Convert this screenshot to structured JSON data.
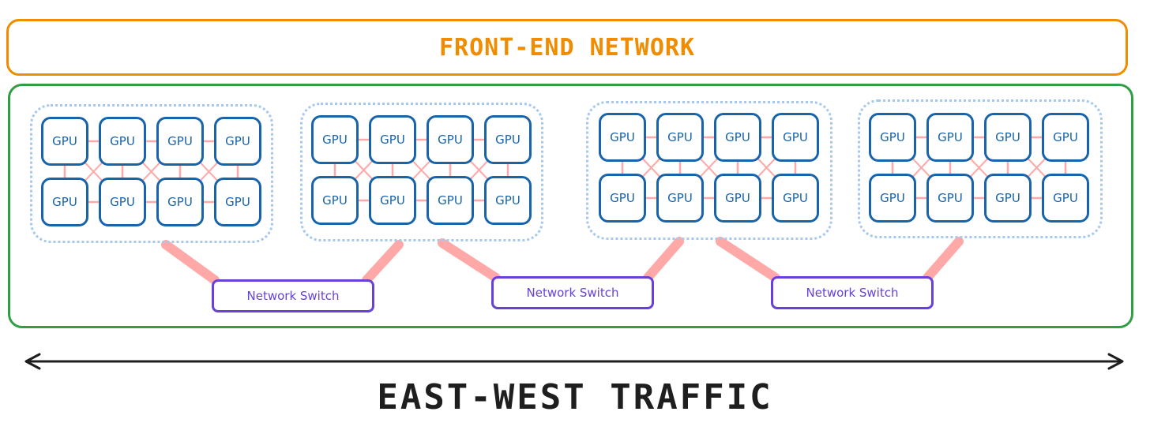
{
  "front_end": {
    "label": "FRONT-END NETWORK"
  },
  "gpu_label": "GPU",
  "switches": [
    {
      "label": "Network Switch"
    },
    {
      "label": "Network Switch"
    },
    {
      "label": "Network Switch"
    }
  ],
  "traffic": {
    "label": "EAST-WEST TRAFFIC"
  },
  "colors": {
    "front_end": "#f08c00",
    "backend": "#2f9e44",
    "gpu": "#1864ab",
    "switch": "#6741d9",
    "link": "#ffa8a8",
    "group": "#a5c8ec"
  }
}
